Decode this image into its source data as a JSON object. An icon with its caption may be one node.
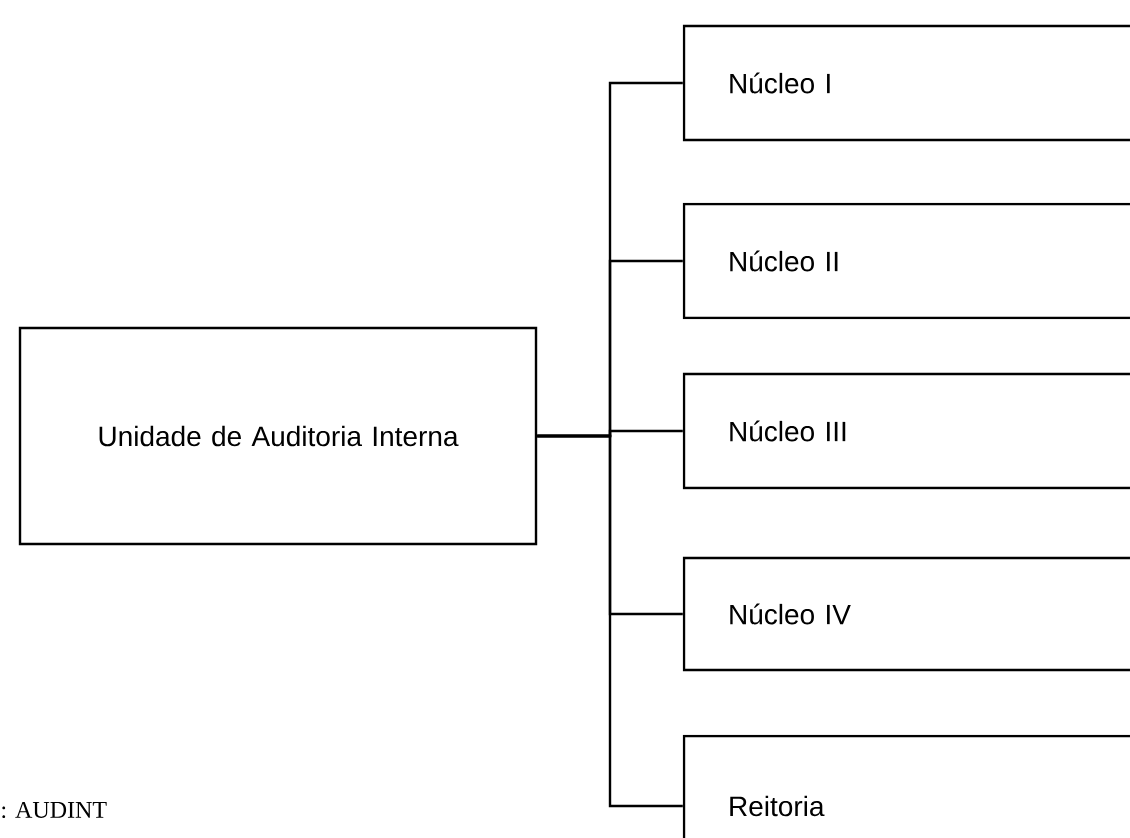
{
  "diagram": {
    "nodes": [
      {
        "text": [
          "Unidade de Auditoria Interna"
        ]
      },
      {
        "text": [
          "Núcleo I"
        ]
      },
      {
        "text": [
          "Núcleo II"
        ]
      },
      {
        "text": [
          "Núcleo III"
        ]
      },
      {
        "text": [
          "Núcleo IV"
        ]
      },
      {
        "text": [
          "Reitoria"
        ]
      }
    ],
    "edges": [
      {
        "from": 0,
        "to": 1,
        "arrow": "none"
      },
      {
        "from": 0,
        "to": 2,
        "arrow": "none"
      },
      {
        "from": 0,
        "to": 3,
        "arrow": "none"
      },
      {
        "from": 0,
        "to": 4,
        "arrow": "none"
      },
      {
        "from": 0,
        "to": 5,
        "arrow": "none"
      }
    ],
    "labels": [
      ": AUDINT"
    ]
  }
}
